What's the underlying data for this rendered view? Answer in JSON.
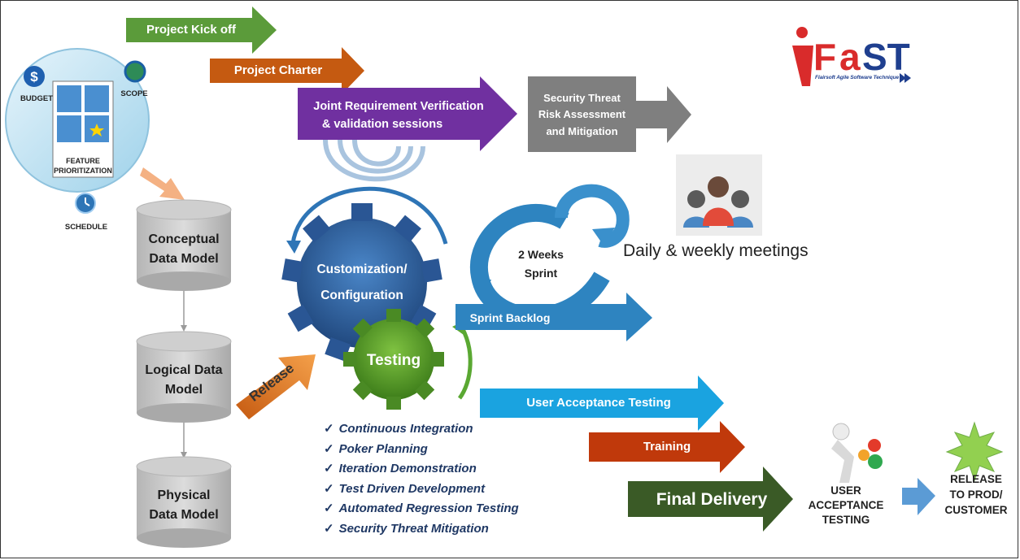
{
  "logo": {
    "text": "FaST",
    "tagline": "Flairsoft Agile Software Technique"
  },
  "planning": {
    "budget": "BUDGET",
    "scope": "SCOPE",
    "feature": "FEATURE PRIORITIZATION",
    "schedule": "SCHEDULE"
  },
  "arrows": {
    "kickoff": "Project Kick off",
    "charter": "Project Charter",
    "jrv_line1": "Joint Requirement Verification",
    "jrv_line2": "& validation  sessions",
    "security_line1": "Security Threat",
    "security_line2": "Risk Assessment",
    "security_line3": "and Mitigation",
    "uat": "User Acceptance Testing",
    "training": "Training",
    "final": "Final Delivery",
    "release": "Release",
    "backlog": "Sprint Backlog"
  },
  "data_models": {
    "conceptual_1": "Conceptual",
    "conceptual_2": "Data Model",
    "logical_1": "Logical Data",
    "logical_2": "Model",
    "physical_1": "Physical",
    "physical_2": "Data Model"
  },
  "gears": {
    "big_1": "Customization/",
    "big_2": "Configuration",
    "small": "Testing"
  },
  "sprint": {
    "line1": "2 Weeks",
    "line2": "Sprint"
  },
  "meetings": "Daily & weekly meetings",
  "practices": [
    "Continuous Integration",
    "Poker Planning",
    "Iteration Demonstration",
    "Test Driven Development",
    "Automated Regression Testing",
    "Security Threat Mitigation"
  ],
  "end": {
    "uat_1": "USER",
    "uat_2": "ACCEPTANCE",
    "uat_3": "TESTING",
    "release_1": "RELEASE",
    "release_2": "TO PROD/",
    "release_3": "CUSTOMER"
  },
  "colors": {
    "kickoff": "#5b9b3a",
    "charter": "#c55a11",
    "jrv": "#7030a0",
    "security": "#7f7f7f",
    "uat": "#1aa3e0",
    "training": "#c0390b",
    "final": "#3a5a26",
    "blue": "#2e75b6"
  }
}
